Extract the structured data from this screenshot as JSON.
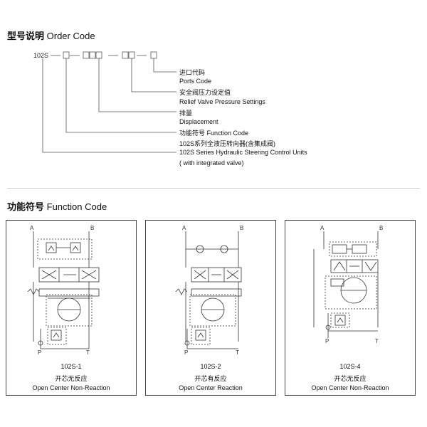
{
  "order_code": {
    "heading_cn": "型号说明",
    "heading_en": "Order Code",
    "prefix": "102S",
    "items": [
      "进口代码",
      "Ports Code",
      "安全阀压力设定值",
      "Relief Valve Pressure Settings",
      "排量",
      "Displacement",
      "功能符号 Function Code",
      "102S系列全液压转向器(含集成阀)",
      "102S Series Hydraulic Steering Control Units",
      "( with integrated valve)"
    ]
  },
  "function_code": {
    "heading_cn": "功能符号",
    "heading_en": "Function Code",
    "panels": [
      {
        "model": "102S-1",
        "cn": "开芯无反应",
        "en": "Open Center Non-Reaction",
        "ports": {
          "a": "A",
          "b": "B",
          "p": "P",
          "t": "T"
        }
      },
      {
        "model": "102S-2",
        "cn": "开芯有反应",
        "en": "Open Center Reaction",
        "ports": {
          "a": "A",
          "b": "B",
          "p": "P",
          "t": "T"
        }
      },
      {
        "model": "102S-4",
        "cn": "开芯无反应",
        "en": "Open Center Non-Reaction",
        "ports": {
          "a": "A",
          "b": "B",
          "p": "P",
          "t": "T"
        }
      }
    ]
  }
}
